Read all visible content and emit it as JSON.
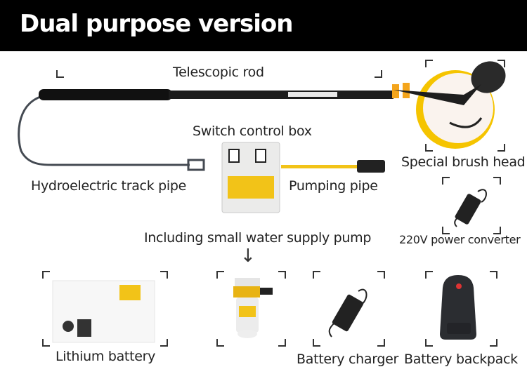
{
  "header": {
    "title": "Dual purpose version"
  },
  "labels": {
    "telescopic_rod": "Telescopic rod",
    "switch_control_box": "Switch control box",
    "special_brush_head": "Special brush head",
    "hydroelectric_track_pipe": "Hydroelectric track pipe",
    "pumping_pipe": "Pumping pipe",
    "power_converter": "220V power converter",
    "including_pump": "Including small water supply pump",
    "lithium_battery": "Lithium battery",
    "battery_charger": "Battery charger",
    "battery_backpack": "Battery backpack"
  },
  "icons": {
    "down_arrow": "↓"
  },
  "colors": {
    "header_bg": "#000000",
    "header_text": "#ffffff",
    "accent_yellow": "#f2c318",
    "rod_black": "#1a1a1a"
  }
}
